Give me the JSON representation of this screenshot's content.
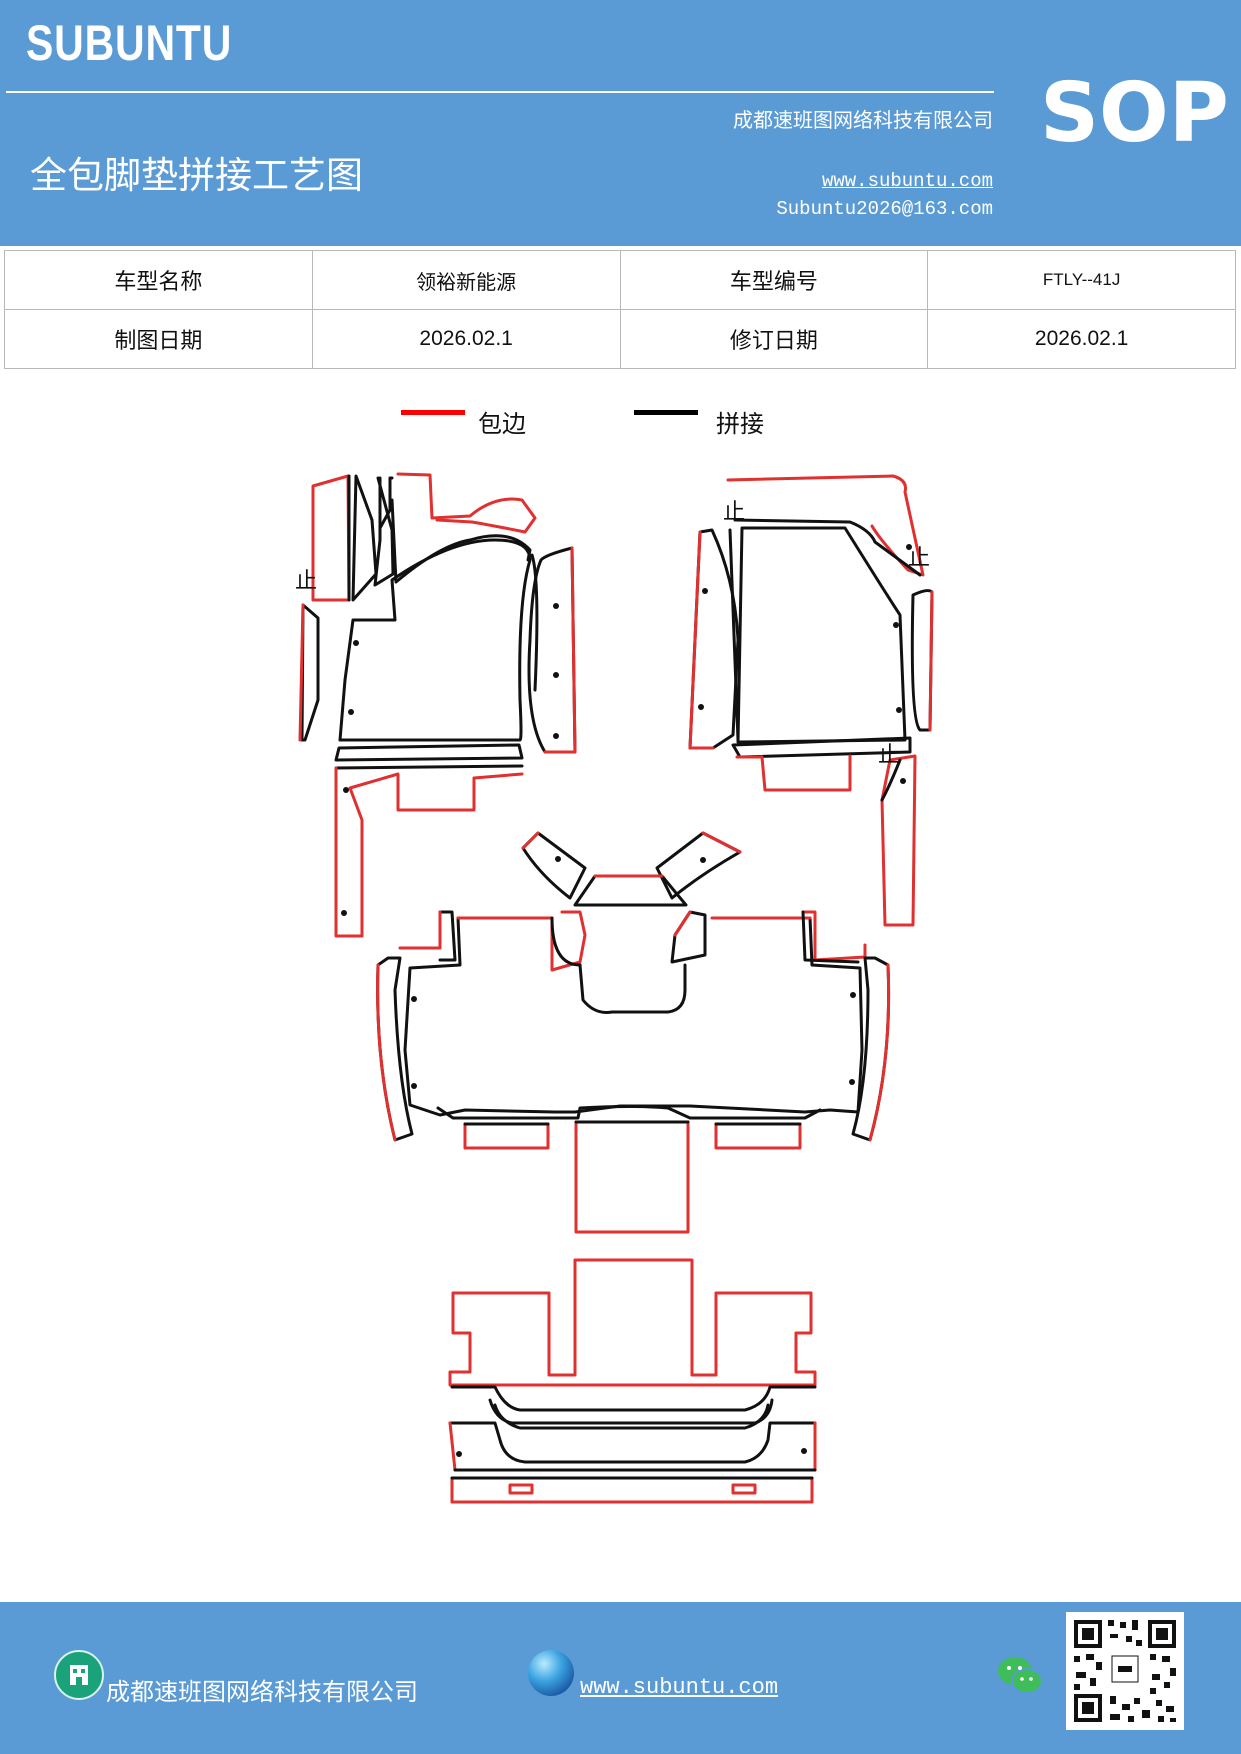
{
  "header": {
    "brand": "SUBUNTU",
    "company": "成都速班图网络科技有限公司",
    "title": "全包脚垫拼接工艺图",
    "website": "www.subuntu.com",
    "email": "Subuntu2026@163.com",
    "sop": "SOP"
  },
  "info": {
    "model_name_label": "车型名称",
    "model_name_value": "领裕新能源",
    "model_code_label": "车型编号",
    "model_code_value": "FTLY--41J",
    "draw_date_label": "制图日期",
    "draw_date_value": "2026.02.1",
    "revise_date_label": "修订日期",
    "revise_date_value": "2026.02.1"
  },
  "legend": {
    "edge_label": "包边",
    "edge_color": "#ff0000",
    "seam_label": "拼接",
    "seam_color": "#000000"
  },
  "diagram": {
    "stop_mark": "止"
  },
  "footer": {
    "company": "成都速班图网络科技有限公司",
    "website": "www.subuntu.com",
    "company_icon": "building-icon",
    "website_icon": "globe-icon",
    "wechat_icon": "wechat-icon",
    "qr_icon": "qr-code"
  },
  "colors": {
    "header_bg": "#5b9bd5",
    "footer_bg": "#5b9bd5"
  }
}
